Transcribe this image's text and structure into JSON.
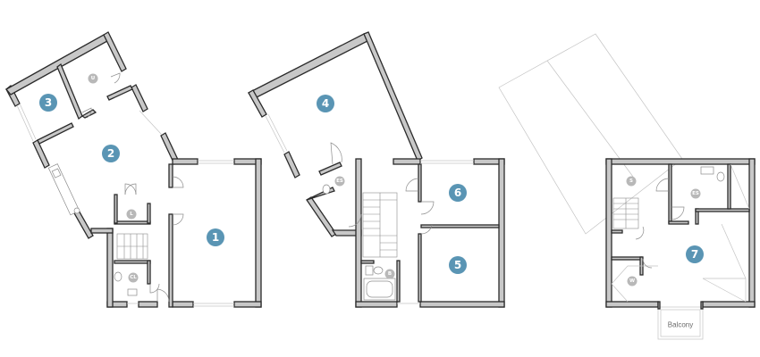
{
  "colors": {
    "wall_fill": "#c8c8c8",
    "wall_outline": "#2b2b2b",
    "room_marker": "#5a95b4",
    "fixture_tag": "#b8b8b8"
  },
  "floors": [
    {
      "rooms": [
        {
          "number": "1"
        },
        {
          "number": "2"
        },
        {
          "number": "3"
        }
      ],
      "tags": [
        "U",
        "L",
        "CL"
      ]
    },
    {
      "rooms": [
        {
          "number": "4"
        },
        {
          "number": "5"
        },
        {
          "number": "6"
        }
      ],
      "tags": [
        "ES",
        "B"
      ]
    },
    {
      "rooms": [
        {
          "number": "7"
        }
      ],
      "tags": [
        "S",
        "ES",
        "W"
      ],
      "balcony_label": "Balcony"
    }
  ]
}
